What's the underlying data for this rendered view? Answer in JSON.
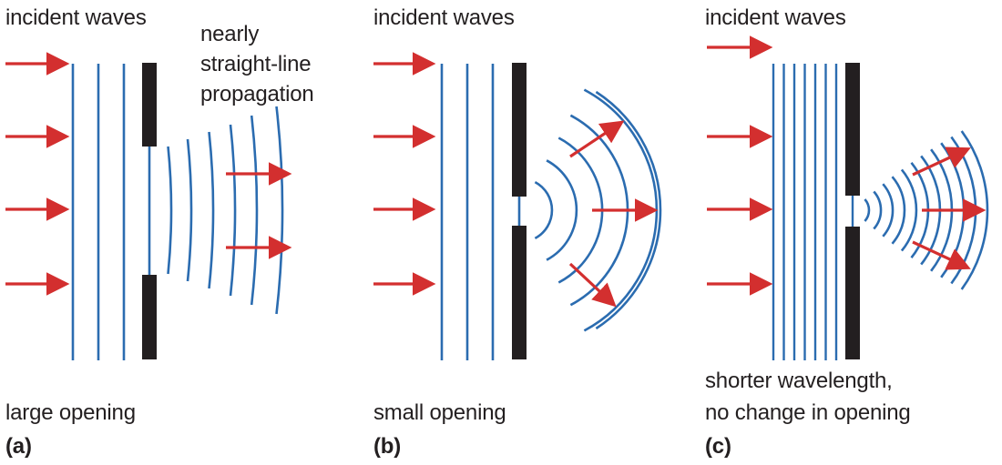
{
  "panels": [
    {
      "tag": "(a)",
      "top_label": "incident waves",
      "caption": "large opening",
      "annotation_lines": [
        "nearly",
        "straight-line",
        "propagation"
      ]
    },
    {
      "tag": "(b)",
      "top_label": "incident waves",
      "caption": "small opening"
    },
    {
      "tag": "(c)",
      "top_label": "incident waves",
      "caption_lines": [
        "shorter wavelength,",
        "no change in opening"
      ]
    }
  ],
  "colors": {
    "wave": "#2b6cb0",
    "arrow": "#d32f2f",
    "barrier": "#231f20",
    "text": "#231f20"
  }
}
